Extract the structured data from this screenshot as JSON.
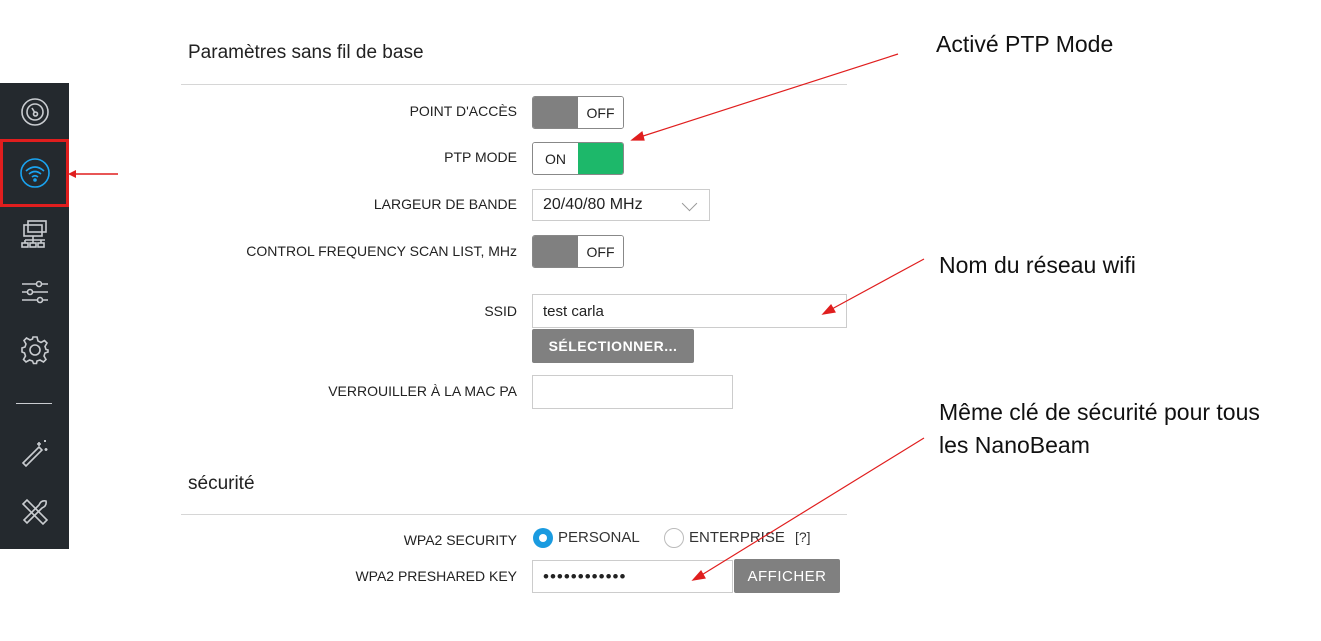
{
  "sidebar": {
    "items": [
      {
        "icon": "dashboard-icon",
        "active": false
      },
      {
        "icon": "wireless-icon",
        "active": true
      },
      {
        "icon": "network-icon",
        "active": false
      },
      {
        "icon": "sliders-icon",
        "active": false
      },
      {
        "icon": "gear-icon",
        "active": false
      },
      {
        "icon": "wizard-wand-icon",
        "active": false
      },
      {
        "icon": "tools-icon",
        "active": false
      }
    ],
    "active_color": "#1aa3f0",
    "highlight_color": "#e01e1e"
  },
  "basic": {
    "title": "Paramètres sans fil de base",
    "access_point_label": "POINT D'ACCÈS",
    "access_point_state": "OFF",
    "ptp_label": "PTP MODE",
    "ptp_state": "ON",
    "bandwidth_label": "LARGEUR DE BANDE",
    "bandwidth_value": "20/40/80 MHz",
    "scan_label": "CONTROL FREQUENCY SCAN LIST, MHz",
    "scan_state": "OFF",
    "ssid_label": "SSID",
    "ssid_value": "test carla",
    "select_button": "SÉLECTIONNER...",
    "mac_label": "VERROUILLER À LA MAC PA",
    "mac_value": ""
  },
  "security": {
    "title": "sécurité",
    "wpa2_label": "WPA2 SECURITY",
    "option_personal": "PERSONAL",
    "option_enterprise": "ENTERPRISE",
    "help": "[?]",
    "selected": "PERSONAL",
    "key_label": "WPA2 PRESHARED KEY",
    "key_value": "••••••••••••",
    "show_button": "AFFICHER"
  },
  "annotations": {
    "ptp": "Activé PTP Mode",
    "ssid": "Nom du réseau wifi",
    "key_line1": "Même clé de sécurité pour tous",
    "key_line2": "les NanoBeam"
  },
  "colors": {
    "toggle_on": "#1db86a",
    "toggle_off": "#808080",
    "arrow": "#e01e1e"
  }
}
